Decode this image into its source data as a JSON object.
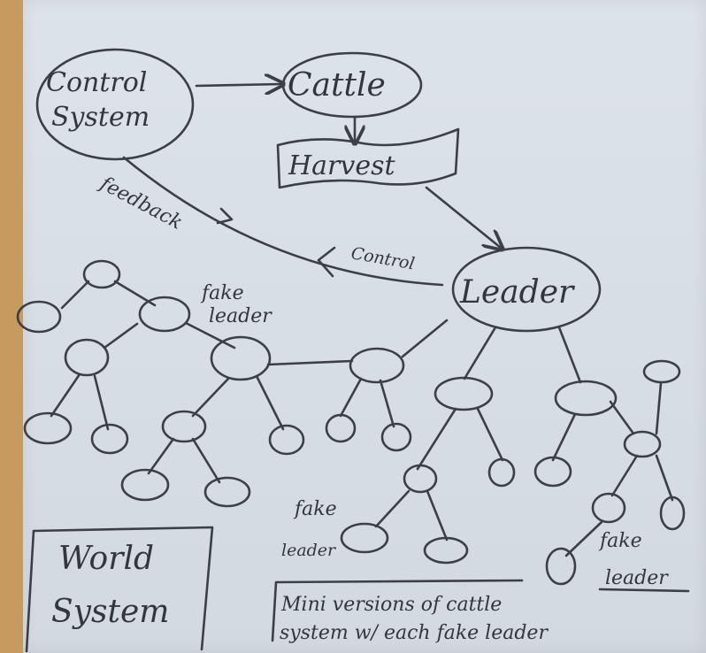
{
  "nodes": {
    "control_system": [
      "Control",
      "System"
    ],
    "cattle": "Cattle",
    "harvest": "Harvest",
    "leader": "Leader"
  },
  "edges": {
    "feedback": "feedback",
    "control": "Control"
  },
  "fake_leaders": {
    "top": [
      "fake",
      "leader"
    ],
    "bottom_left": [
      "fake",
      "leader"
    ],
    "bottom_right": [
      "fake",
      "leader"
    ]
  },
  "world_system": [
    "World",
    "System"
  ],
  "caption": [
    "Mini versions of cattle",
    "system w/ each fake leader"
  ]
}
